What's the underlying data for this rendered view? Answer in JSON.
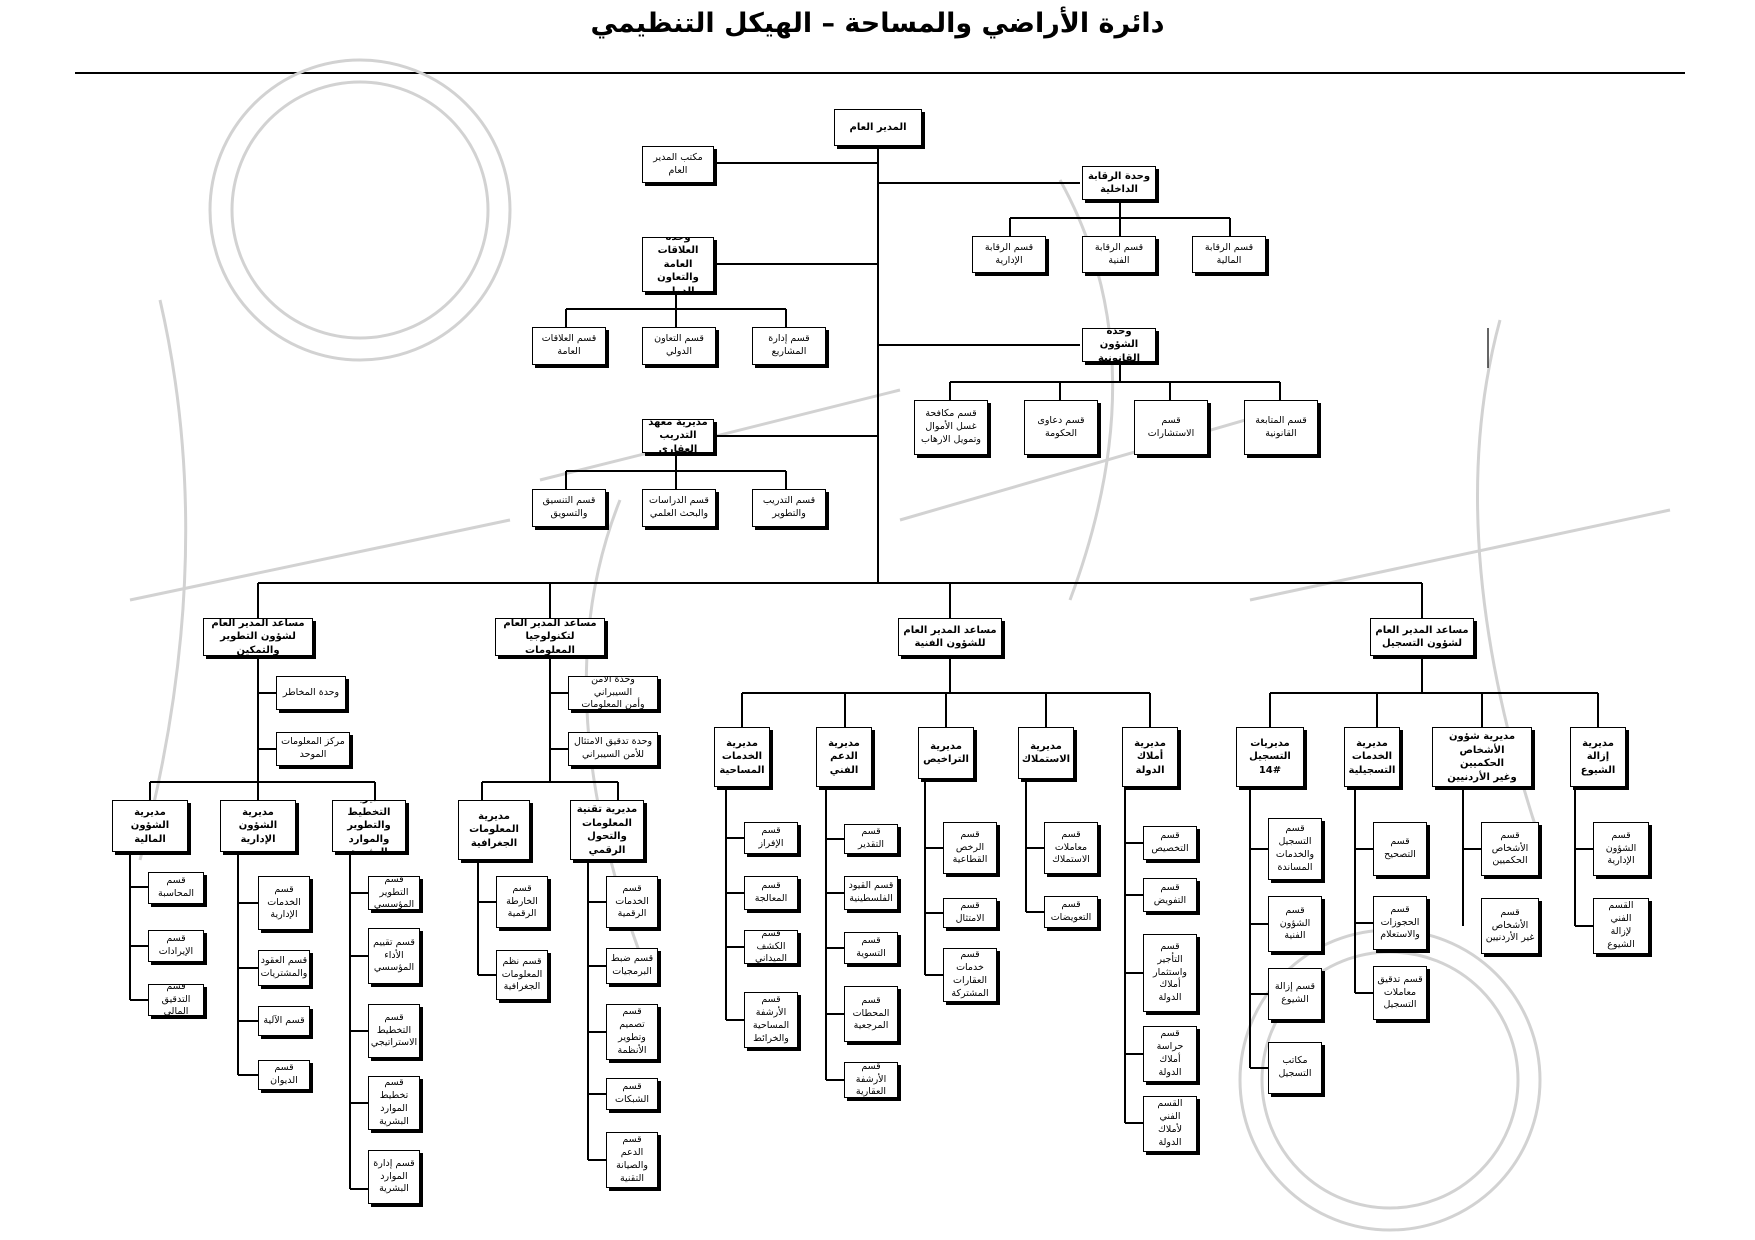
{
  "title": "دائرة الأراضي والمساحة – الهيكل التنظيمي",
  "colors": {
    "line": "#000000",
    "box_border": "#000000",
    "watermark": "#c8c8c8"
  },
  "nodes": {
    "dg": "المدير العام",
    "dg_office": "مكتب المدير\nالعام",
    "internal_audit": "وحدة الرقابة\nالداخلية",
    "audit_admin": "قسم الرقابة\nالإدارية",
    "audit_tech": "قسم الرقابة\nالفنية",
    "audit_fin": "قسم الرقابة\nالمالية",
    "pr_unit": "وحدة العلاقات\nالعامة والتعاون\nالدولي",
    "pr_sec": "قسم العلاقات\nالعامة",
    "intl_sec": "قسم التعاون\nالدولي",
    "proj_sec": "قسم إدارة\nالمشاريع",
    "legal_unit": "وحدة الشؤون\nالقانونية",
    "aml_sec": "قسم مكافحة\nغسل الأموال\nوتمويل الارهاب",
    "gov_cases": "قسم دعاوى\nالحكومة",
    "consult_sec": "قسم الاستشارات",
    "legal_follow": "قسم المتابعة\nالقانونية",
    "inst_dir": "مديرية معهد\nالتدريب العقاري",
    "coord_sec": "قسم التنسيق\nوالتسويق",
    "studies_sec": "قسم الدراسات\nوالبحث العلمي",
    "training_sec": "قسم التدريب\nوالتطوير",
    "adg_dev": "مساعد المدير العام\nلشؤون التطوير والتمكين",
    "adg_it": "مساعد المدير العام\nلتكنولوجيا المعلومات",
    "adg_tech": "مساعد المدير العام\nللشؤون الفنية",
    "adg_reg": "مساعد المدير العام\nلشؤون التسجيل",
    "risk_unit": "وحدة المخاطر",
    "info_center": "مركز المعلومات\nالموحد",
    "fin_dir": "مديرية الشؤون\nالمالية",
    "acc_sec": "قسم\nالمحاسبة",
    "rev_sec": "قسم\nالإيرادات",
    "finaudit_sec": "قسم التدقيق\nالمالي",
    "admin_dir": "مديرية الشؤون\nالإدارية",
    "admserv_sec": "قسم\nالخدمات\nالإدارية",
    "contracts_sec": "قسم العقود\nوالمشتريات",
    "auto_sec": "قسم الآلية",
    "diwan_sec": "قسم الديوان",
    "plan_dir": "مديرية التخطيط\nوالتطوير\nوالموارد البشرية",
    "instdev_sec": "قسم التطوير\nالمؤسسي",
    "perf_sec": "قسم تقييم\nالأداء\nالمؤسسي",
    "strat_sec": "قسم\nالتخطيط\nالاستراتيجي",
    "hrplan_sec": "قسم تخطيط\nالموارد\nالبشرية",
    "hrmgmt_sec": "قسم إدارة\nالموارد\nالبشرية",
    "cyber_unit": "وحدة الأمن السيبراني\nوأمن المعلومات",
    "cybercomp_unit": "وحدة تدقيق الامتثال\nللأمن السيبراني",
    "gis_dir": "مديرية\nالمعلومات\nالجغرافية",
    "digmap_sec": "قسم\nالخارطة\nالرقمية",
    "gissys_sec": "قسم نظم\nالمعلومات\nالجغرافية",
    "itdt_dir": "مديرية تقنية\nالمعلومات\nوالتحول الرقمي",
    "digserv_sec": "قسم\nالخدمات\nالرقمية",
    "swqa_sec": "قسم ضبط\nالبرمجيات",
    "sysdev_sec": "قسم تصميم\nوتطوير\nالأنظمة",
    "net_sec": "قسم\nالشبكات",
    "techsupp_sec": "قسم الدعم\nوالصيانة\nالتقنية",
    "survey_dir": "مديرية\nالخدمات\nالمساحية",
    "parcel_sec": "قسم الإفراز",
    "process_sec": "قسم\nالمعالجة",
    "field_sec": "قسم الكشف\nالميداني",
    "archmap_sec": "قسم الأرشفة\nالمساحية\nوالخرائط",
    "techsup_dir": "مديرية\nالدعم الفني",
    "valuation_sec": "قسم التقدير",
    "palest_sec": "قسم القيود\nالفلسطينية",
    "settle_sec": "قسم التسوية",
    "refst_sec": "قسم\nالمحطات\nالمرجعية",
    "realarch_sec": "قسم الأرشفة\nالعقارية",
    "lic_dir": "مديرية\nالتراخيص",
    "seclic_sec": "قسم\nالرخص\nالقطاعية",
    "comply_sec": "قسم الامتثال",
    "joint_sec": "قسم خدمات\nالعقارات\nالمشتركة",
    "expr_dir": "مديرية\nالاستملاك",
    "exprtx_sec": "قسم\nمعاملات\nالاستملاك",
    "comp_sec": "قسم\nالتعويضات",
    "state_dir": "مديرية\nأملاك\nالدولة",
    "alloc_sec": "قسم\nالتخصيص",
    "deleg_sec": "قسم\nالتفويض",
    "lease_sec": "قسم التأجير\nواستثمار\nأملاك\nالدولة",
    "guard_sec": "قسم حراسة\nأملاك\nالدولة",
    "statetech_sec": "القسم الفني\nلأملاك\nالدولة",
    "regoff_dir": "مديريات\nالتسجيل\n14#",
    "regserv_sec": "قسم\nالتسجيل\nوالخدمات\nالمساندة",
    "regtech_sec": "قسم الشؤون\nالفنية",
    "partrem_sec": "قسم إزالة\nالشيوع",
    "regoffices": "مكاتب\nالتسجيل",
    "regsrv_dir": "مديرية\nالخدمات\nالتسجيلية",
    "correct_sec": "قسم\nالتصحيح",
    "attach_sec": "قسم\nالحجوزات\nوالاستعلام",
    "regaudit_sec": "قسم تدقيق\nمعاملات\nالتسجيل",
    "persons_dir": "مديرية شؤون\nالأشخاص الحكميين\nوغير الأردنيين",
    "legalpers_sec": "قسم\nالأشخاص\nالحكميين",
    "foreign_sec": "قسم الأشخاص\nغير الأردنيين",
    "partition_dir": "مديرية\nإزالة\nالشيوع",
    "partadmin_sec": "قسم الشؤون\nالإدارية",
    "parttech_sec": "القسم الفني\nلإزالة\nالشيوع"
  }
}
